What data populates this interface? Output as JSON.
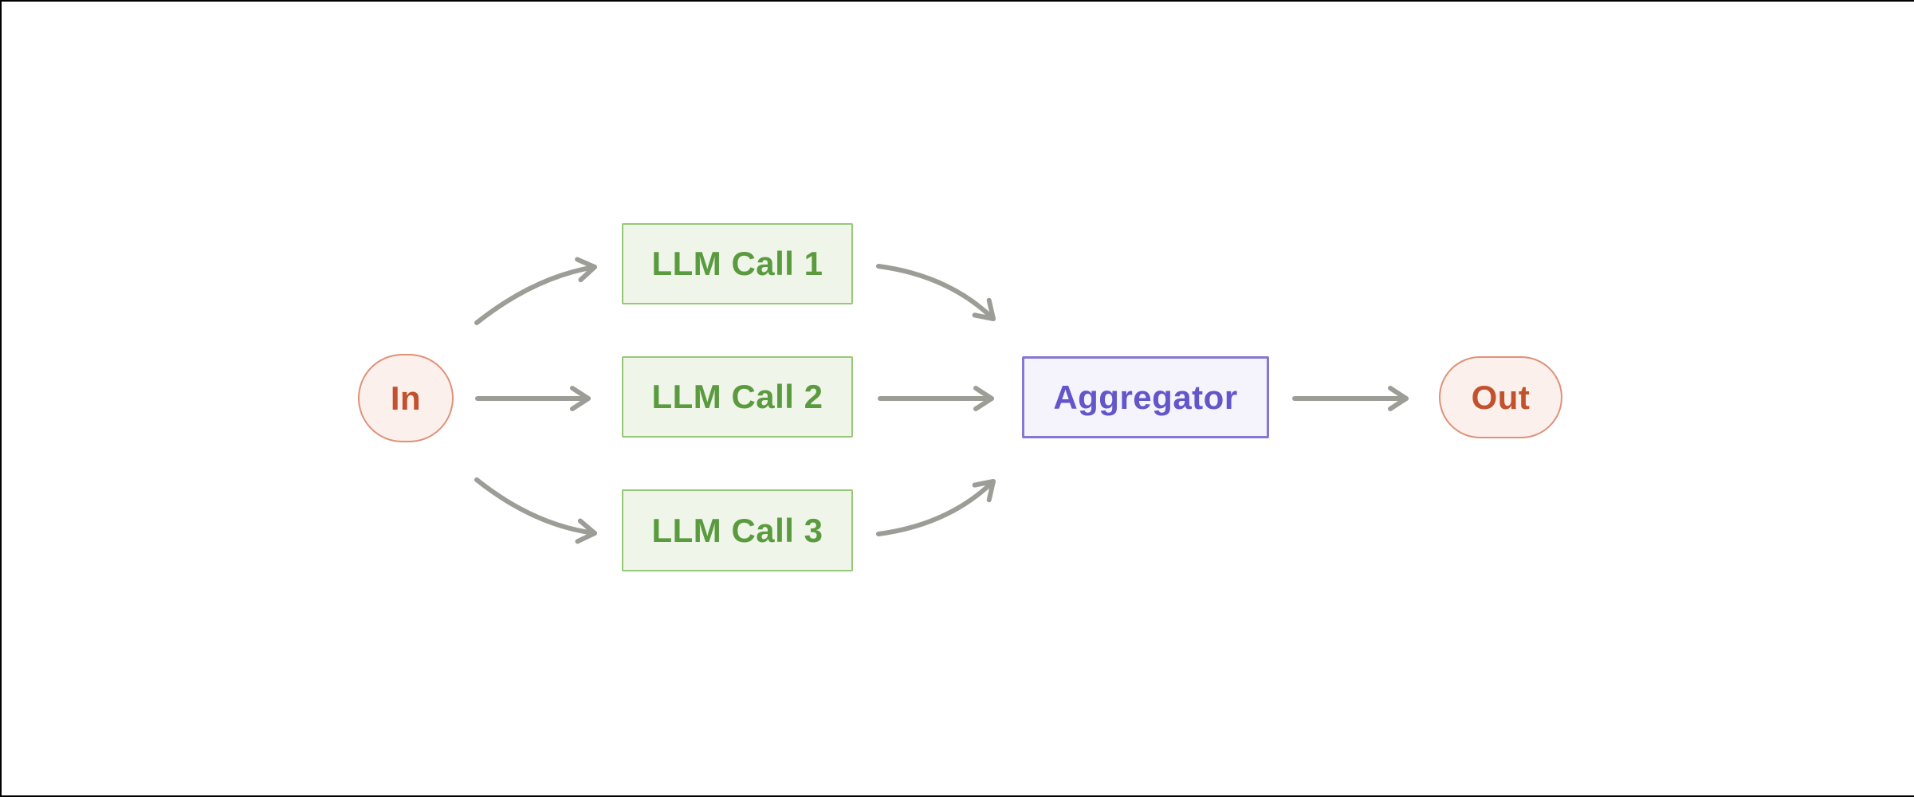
{
  "diagram": {
    "type": "flow-diagram",
    "nodes": [
      {
        "id": "in",
        "label": "In",
        "kind": "terminal",
        "shape": "pill"
      },
      {
        "id": "llm-call-1",
        "label": "LLM Call 1",
        "kind": "process",
        "shape": "rect"
      },
      {
        "id": "llm-call-2",
        "label": "LLM Call 2",
        "kind": "process",
        "shape": "rect"
      },
      {
        "id": "llm-call-3",
        "label": "LLM Call 3",
        "kind": "process",
        "shape": "rect"
      },
      {
        "id": "aggregator",
        "label": "Aggregator",
        "kind": "aggregator",
        "shape": "rect"
      },
      {
        "id": "out",
        "label": "Out",
        "kind": "terminal",
        "shape": "pill"
      }
    ],
    "edges": [
      {
        "from": "In",
        "to": "LLM Call 1",
        "style": "curved-up"
      },
      {
        "from": "In",
        "to": "LLM Call 2",
        "style": "straight"
      },
      {
        "from": "In",
        "to": "LLM Call 3",
        "style": "curved-down"
      },
      {
        "from": "LLM Call 1",
        "to": "Aggregator",
        "style": "curved-down"
      },
      {
        "from": "LLM Call 2",
        "to": "Aggregator",
        "style": "straight"
      },
      {
        "from": "LLM Call 3",
        "to": "Aggregator",
        "style": "curved-up"
      },
      {
        "from": "Aggregator",
        "to": "Out",
        "style": "straight"
      }
    ],
    "colors": {
      "background": "#FFFFFF",
      "frame_border": "#000000",
      "arrow": "#9D9D97",
      "process_fill": "#EFF5E8",
      "process_border": "#97C878",
      "process_text": "#5B9B3F",
      "aggregator_fill": "#F5F3FB",
      "aggregator_border": "#8478D2",
      "aggregator_text": "#6356CB",
      "terminal_fill": "#FBF0EB",
      "terminal_border": "#E09078",
      "terminal_text": "#C4512D"
    }
  }
}
